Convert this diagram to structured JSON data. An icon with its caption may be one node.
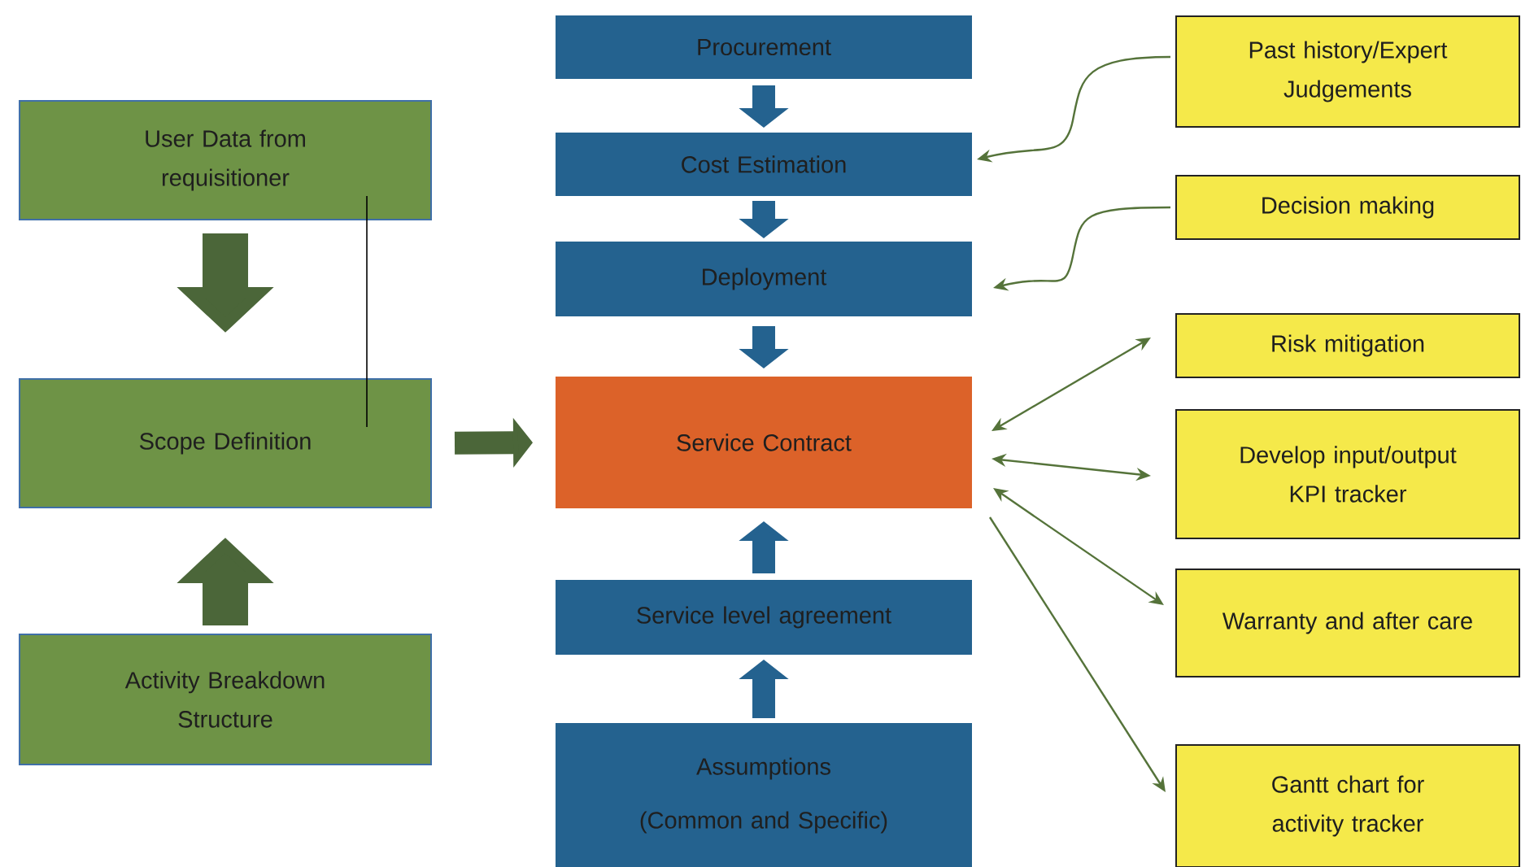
{
  "diagram": {
    "nodes": [
      {
        "text": [
          "User Data from requisitioner"
        ]
      },
      {
        "text": [
          "Scope Definition"
        ]
      },
      {
        "text": [
          "Activity Breakdown Structure"
        ]
      },
      {
        "text": [
          "Procurement"
        ]
      },
      {
        "text": [
          "Cost Estimation"
        ]
      },
      {
        "text": [
          "Deployment"
        ]
      },
      {
        "text": [
          "Service Contract"
        ]
      },
      {
        "text": [
          "Service level agreement"
        ]
      },
      {
        "text": [
          "Assumptions",
          "(Common and Specific)"
        ]
      },
      {
        "text": [
          "Past history/Expert Judgements"
        ]
      },
      {
        "text": [
          "Decision making"
        ]
      },
      {
        "text": [
          "Risk mitigation"
        ]
      },
      {
        "text": [
          "Develop input/output KPI tracker"
        ]
      },
      {
        "text": [
          "Warranty and after care"
        ]
      },
      {
        "text": [
          "Gantt chart for activity tracker"
        ]
      }
    ],
    "edges": [
      {
        "from": 0,
        "to": 1,
        "arrow": "to",
        "style": "thick",
        "color": "#4b6639"
      },
      {
        "from": 2,
        "to": 1,
        "arrow": "to",
        "style": "thick",
        "color": "#4b6639"
      },
      {
        "from": 1,
        "to": 6,
        "arrow": "to",
        "color": "#4b6639"
      },
      {
        "from": 3,
        "to": 4,
        "arrow": "to",
        "color": "#24628f"
      },
      {
        "from": 4,
        "to": 5,
        "arrow": "to",
        "color": "#24628f"
      },
      {
        "from": 5,
        "to": 6,
        "arrow": "to",
        "color": "#24628f"
      },
      {
        "from": 7,
        "to": 6,
        "arrow": "to",
        "color": "#24628f"
      },
      {
        "from": 8,
        "to": 7,
        "arrow": "to",
        "color": "#24628f"
      },
      {
        "from": 0,
        "to": 1,
        "arrow": "none",
        "color": "#000000"
      },
      {
        "from": 9,
        "to": 4,
        "arrow": "to"
      },
      {
        "from": 10,
        "to": 5,
        "arrow": "to"
      },
      {
        "from": 6,
        "to": 11,
        "arrow": "both"
      },
      {
        "from": 6,
        "to": 12,
        "arrow": "both"
      },
      {
        "from": 6,
        "to": 13,
        "arrow": "both"
      },
      {
        "from": 6,
        "to": 14,
        "arrow": "to"
      }
    ]
  }
}
